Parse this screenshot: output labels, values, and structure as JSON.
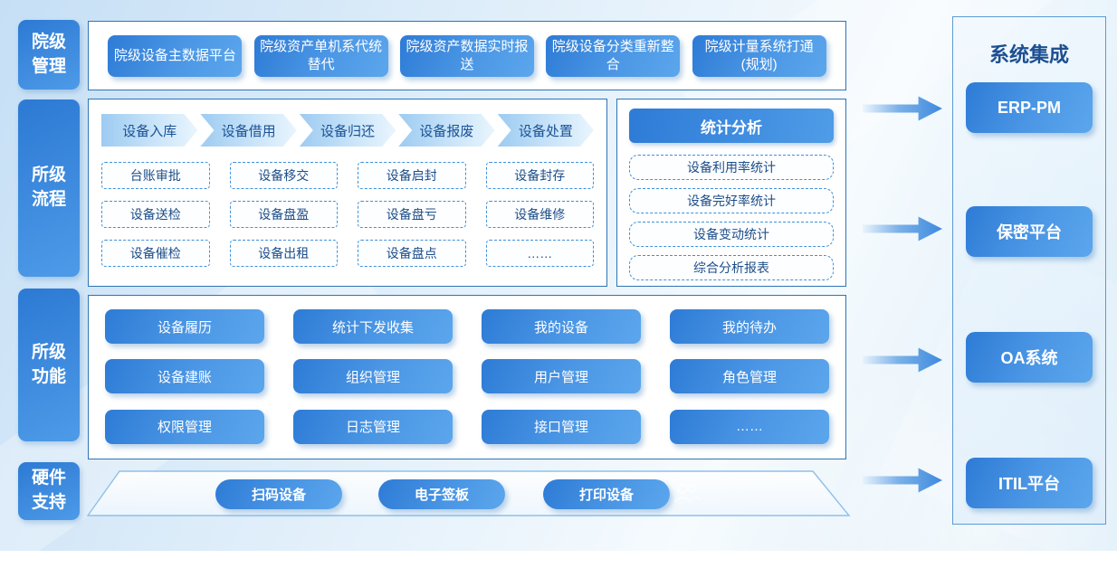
{
  "sidebar": {
    "items": [
      {
        "label": "院级管理"
      },
      {
        "label": "所级流程"
      },
      {
        "label": "所级功能"
      },
      {
        "label": "硬件支持"
      }
    ]
  },
  "hospital_section": {
    "buttons": [
      "院级设备主数据平台",
      "院级资产单机系代统替代",
      "院级资产数据实时报送",
      "院级设备分类重新整合",
      "院级计量系统打通(规划)"
    ]
  },
  "process_section": {
    "flow_steps": [
      "设备入库",
      "设备借用",
      "设备归还",
      "设备报废",
      "设备处置"
    ],
    "items": [
      "台账审批",
      "设备移交",
      "设备启封",
      "设备封存",
      "设备送检",
      "设备盘盈",
      "设备盘亏",
      "设备维修",
      "设备催检",
      "设备出租",
      "设备盘点",
      "……"
    ]
  },
  "stats_section": {
    "title": "统计分析",
    "items": [
      "设备利用率统计",
      "设备完好率统计",
      "设备变动统计",
      "综合分析报表"
    ]
  },
  "functions_section": {
    "items": [
      "设备履历",
      "统计下发收集",
      "我的设备",
      "我的待办",
      "设备建账",
      "组织管理",
      "用户管理",
      "角色管理",
      "权限管理",
      "日志管理",
      "接口管理",
      "……"
    ]
  },
  "hardware_section": {
    "items": [
      "扫码设备",
      "电子签板",
      "打印设备"
    ],
    "icons": [
      "people-watermark-icon"
    ]
  },
  "integration_section": {
    "title": "系统集成",
    "items": [
      "ERP-PM",
      "保密平台",
      "OA系统",
      "ITIL平台"
    ]
  },
  "colors": {
    "button_gradient_start": "#2d7bd6",
    "button_gradient_end": "#5ba6ec",
    "panel_border": "#2e74b5",
    "dashed_border": "#3f90da",
    "dark_text": "#1d4e89",
    "integration_title": "#1d4f91",
    "arrow_blue": "#3f8ade",
    "background_blue": "#cfe4f6"
  }
}
